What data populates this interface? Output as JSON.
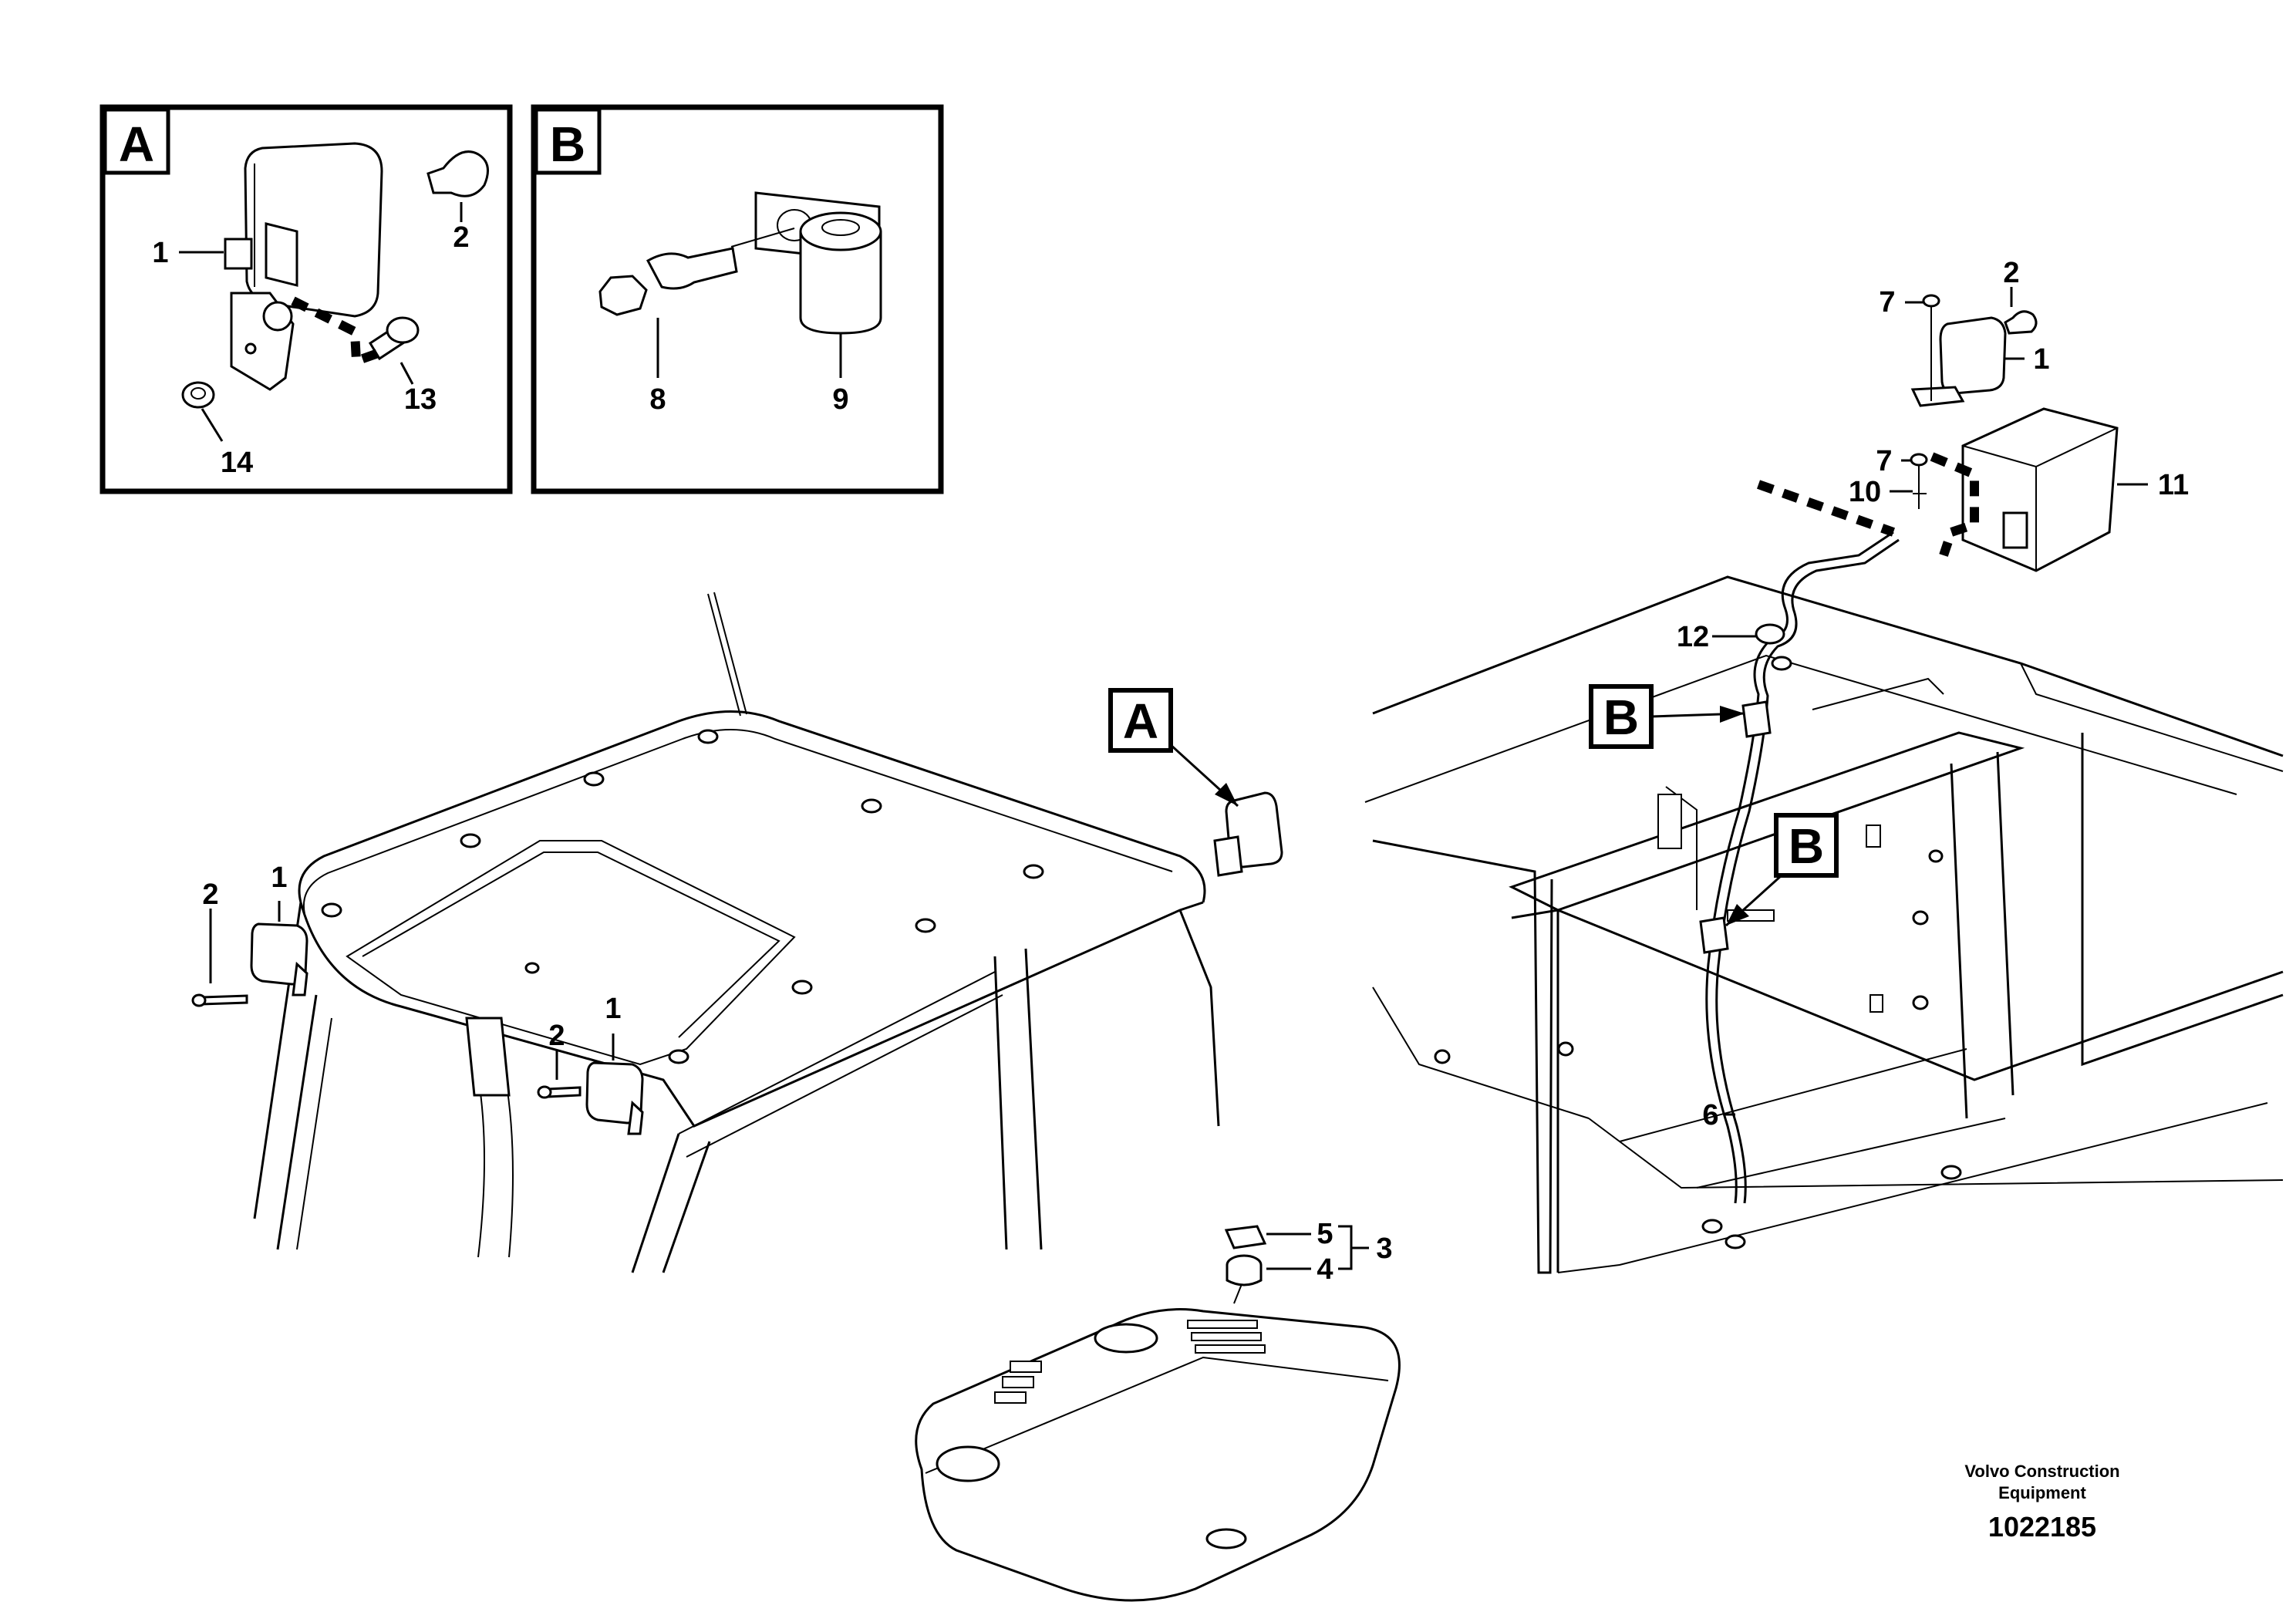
{
  "detail_views": [
    {
      "letter": "A",
      "callouts": [
        "1",
        "2",
        "13",
        "14"
      ]
    },
    {
      "letter": "B",
      "callouts": [
        "8",
        "9"
      ]
    }
  ],
  "main_callouts": {
    "cab_lamp_left": [
      "1",
      "2"
    ],
    "cab_lamp_right": [
      "1",
      "2"
    ],
    "switch": [
      "5",
      "4",
      "3"
    ],
    "beacon": [
      "7",
      "2",
      "1",
      "7",
      "10",
      "11",
      "12",
      "6"
    ]
  },
  "view_refs": {
    "a": "A",
    "b1": "B",
    "b2": "B"
  },
  "footer": {
    "company_line1": "Volvo Construction",
    "company_line2": "Equipment",
    "drawing_number": "1022185"
  }
}
